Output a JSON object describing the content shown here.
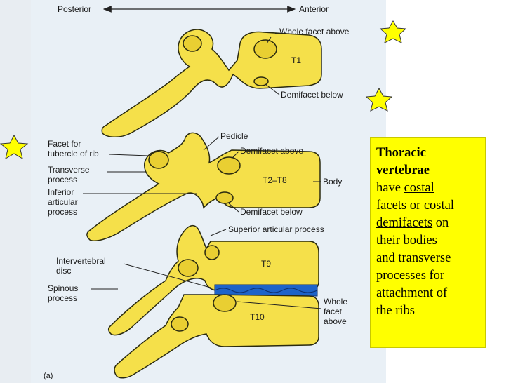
{
  "header": {
    "left": "Posterior",
    "right": "Anterior"
  },
  "labels": {
    "t1_top": "Whole facet above",
    "t1_name": "T1",
    "t1_bottom": "Demifacet below",
    "facet_tubercle_1": "Facet for",
    "facet_tubercle_2": "tubercle of rib",
    "pedicle": "Pedicle",
    "demifacet_above": "Demifacet above",
    "transverse_1": "Transverse",
    "transverse_2": "process",
    "t2t8_name": "T2–T8",
    "body": "Body",
    "inferior_1": "Inferior",
    "inferior_2": "articular",
    "inferior_3": "process",
    "demifacet_below": "Demifacet below",
    "superior_articular": "Superior articular process",
    "interverteb_1": "Intervertebral",
    "interverteb_2": "disc",
    "t9_name": "T9",
    "spinous_1": "Spinous",
    "spinous_2": "process",
    "t10_name": "T10",
    "whole_1": "Whole",
    "whole_2": "facet",
    "whole_3": "above",
    "fig": "(a)"
  },
  "info": {
    "title_1": "Thoracic",
    "title_2": "vertebrae",
    "have": "have",
    "costal_facets_1": "costal",
    "costal_facets_2": "facets",
    "or": "or",
    "costal_demi_1": "costal",
    "costal_demi_2": "demifacets",
    "on": "on",
    "l5": "their bodies",
    "l6": "and transverse",
    "l7": "processes for",
    "l8": "attachment of",
    "l9": "the ribs"
  },
  "colors": {
    "bone": "#f5e04a",
    "disc": "#1e63c8",
    "star": "#ffff00",
    "highlight": "#ffff00"
  }
}
